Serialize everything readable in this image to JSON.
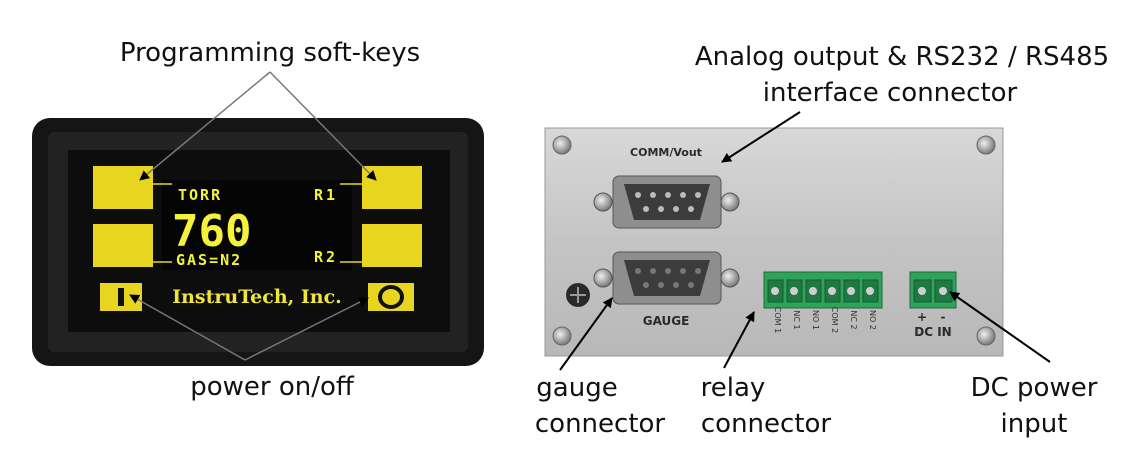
{
  "callouts": {
    "softkeys": "Programming soft-keys",
    "power": "power on/off",
    "analog_line1": "Analog output & RS232 / RS485",
    "analog_line2": "interface connector",
    "gauge_line1": "gauge",
    "gauge_line2": "connector",
    "relay_line1": "relay",
    "relay_line2": "connector",
    "dc_line1": "DC power",
    "dc_line2": "input"
  },
  "display": {
    "unit": "TORR",
    "reading": "760",
    "gas": "GAS=N2",
    "relay1": "R1",
    "relay2": "R2",
    "brand": "InstruTech, Inc.",
    "power_on_symbol": "I",
    "power_off_symbol": "O"
  },
  "rear_panel": {
    "comm_label": "COMM/Vout",
    "gauge_label": "GAUGE",
    "relay_pins": [
      "COM 1",
      "NC 1",
      "NO 1",
      "COM 2",
      "NC 2",
      "NO 2"
    ],
    "dc_plus": "+",
    "dc_minus": "-",
    "dc_label": "DC IN"
  },
  "colors": {
    "key_yellow": "#e8d51f",
    "lcd_yellow": "#f4f23a",
    "bezel": "#1b1b1b",
    "terminal_green": "#2fa35a",
    "plate_silver": "#c9c9c9"
  },
  "icons": [
    "power-on-icon",
    "power-off-icon",
    "screw-icon",
    "ground-icon"
  ]
}
